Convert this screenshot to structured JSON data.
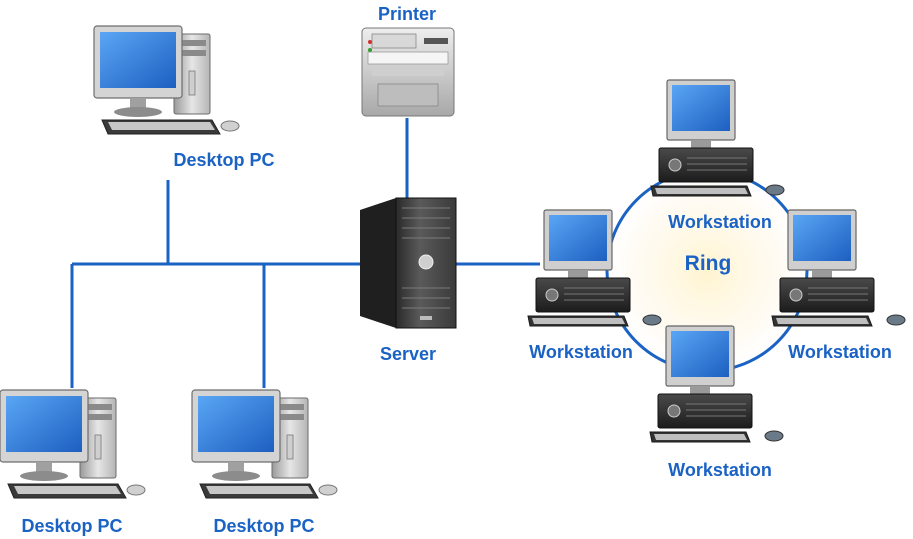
{
  "colors": {
    "link": "#1a62c4",
    "label": "#1a62c4",
    "ring_glow": "#fff6d8",
    "monitor_screen": "#2f7fe0",
    "case_light": "#d9d9d9",
    "case_dark": "#2b2b2b"
  },
  "nodes": {
    "printer": {
      "label": "Printer",
      "icon": "printer-icon"
    },
    "server": {
      "label": "Server",
      "icon": "server-tower-icon"
    },
    "desktop_top": {
      "label": "Desktop PC",
      "icon": "desktop-pc-icon"
    },
    "desktop_bottom_left": {
      "label": "Desktop PC",
      "icon": "desktop-pc-icon"
    },
    "desktop_bottom_mid": {
      "label": "Desktop PC",
      "icon": "desktop-pc-icon"
    },
    "ws_top": {
      "label": "Workstation",
      "icon": "workstation-icon"
    },
    "ws_left": {
      "label": "Workstation",
      "icon": "workstation-icon"
    },
    "ws_right": {
      "label": "Workstation",
      "icon": "workstation-icon"
    },
    "ws_bottom": {
      "label": "Workstation",
      "icon": "workstation-icon"
    }
  },
  "ring": {
    "label": "Ring"
  }
}
